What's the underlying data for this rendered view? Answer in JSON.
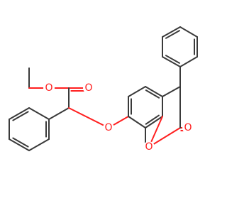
{
  "molecule": {
    "atom_labels": [
      "O",
      "O",
      "O",
      "O",
      "O"
    ],
    "colors": {
      "bond": "#3a3a3a",
      "oxygen": "#ff1f1f",
      "background": "#ffffff"
    }
  }
}
